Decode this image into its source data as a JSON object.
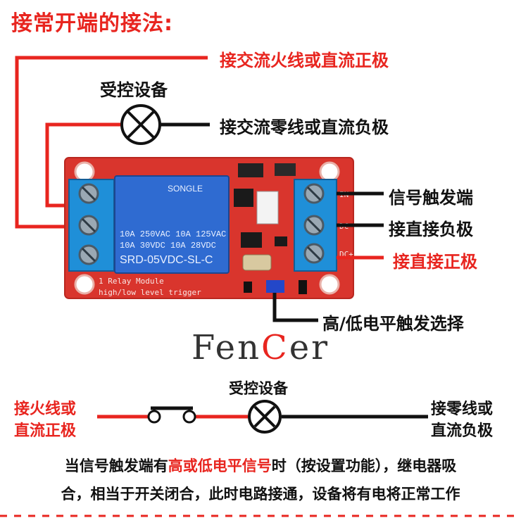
{
  "title": "接常开端的接法:",
  "labels": {
    "ac_live_dc_pos": "接交流火线或直流正极",
    "controlled_device_top": "受控设备",
    "ac_neutral_dc_neg": "接交流零线或直流负极",
    "signal_trigger": "信号触发端",
    "connect_neg": "接直接负极",
    "connect_pos": "接直接正极",
    "level_select": "高/低电平触发选择"
  },
  "board": {
    "relay_brand": "SONGLE",
    "relay_lines": [
      "10A 250VAC  10A 125VAC",
      "10A  30VDC  10A  28VDC"
    ],
    "relay_model": "SRD-05VDC-SL-C",
    "module_line1": "1 Relay   Module",
    "module_line2": "high/low level trigger",
    "pin_in": "IN",
    "pin_dcneg": "DC-",
    "pin_dcpos": "DC+"
  },
  "brand": {
    "part1": "Fen",
    "part2": "C",
    "part3": "er"
  },
  "bottom": {
    "left_line1": "接火线或",
    "left_line2": "直流正极",
    "device": "受控设备",
    "right_line1": "接零线或",
    "right_line2": "直流负极"
  },
  "description": {
    "part1": "当信号触发端有",
    "highlight": "高或低电平信号",
    "part2": "时（按设置功能），继电器吸",
    "line2": "合，相当于开关闭合，此时电路接通，设备将有电将正常工作"
  },
  "colors": {
    "accent": "#e8251f",
    "pcb": "#d9352d",
    "relay": "#2f6bd1",
    "terminal": "#1f8fd8"
  }
}
